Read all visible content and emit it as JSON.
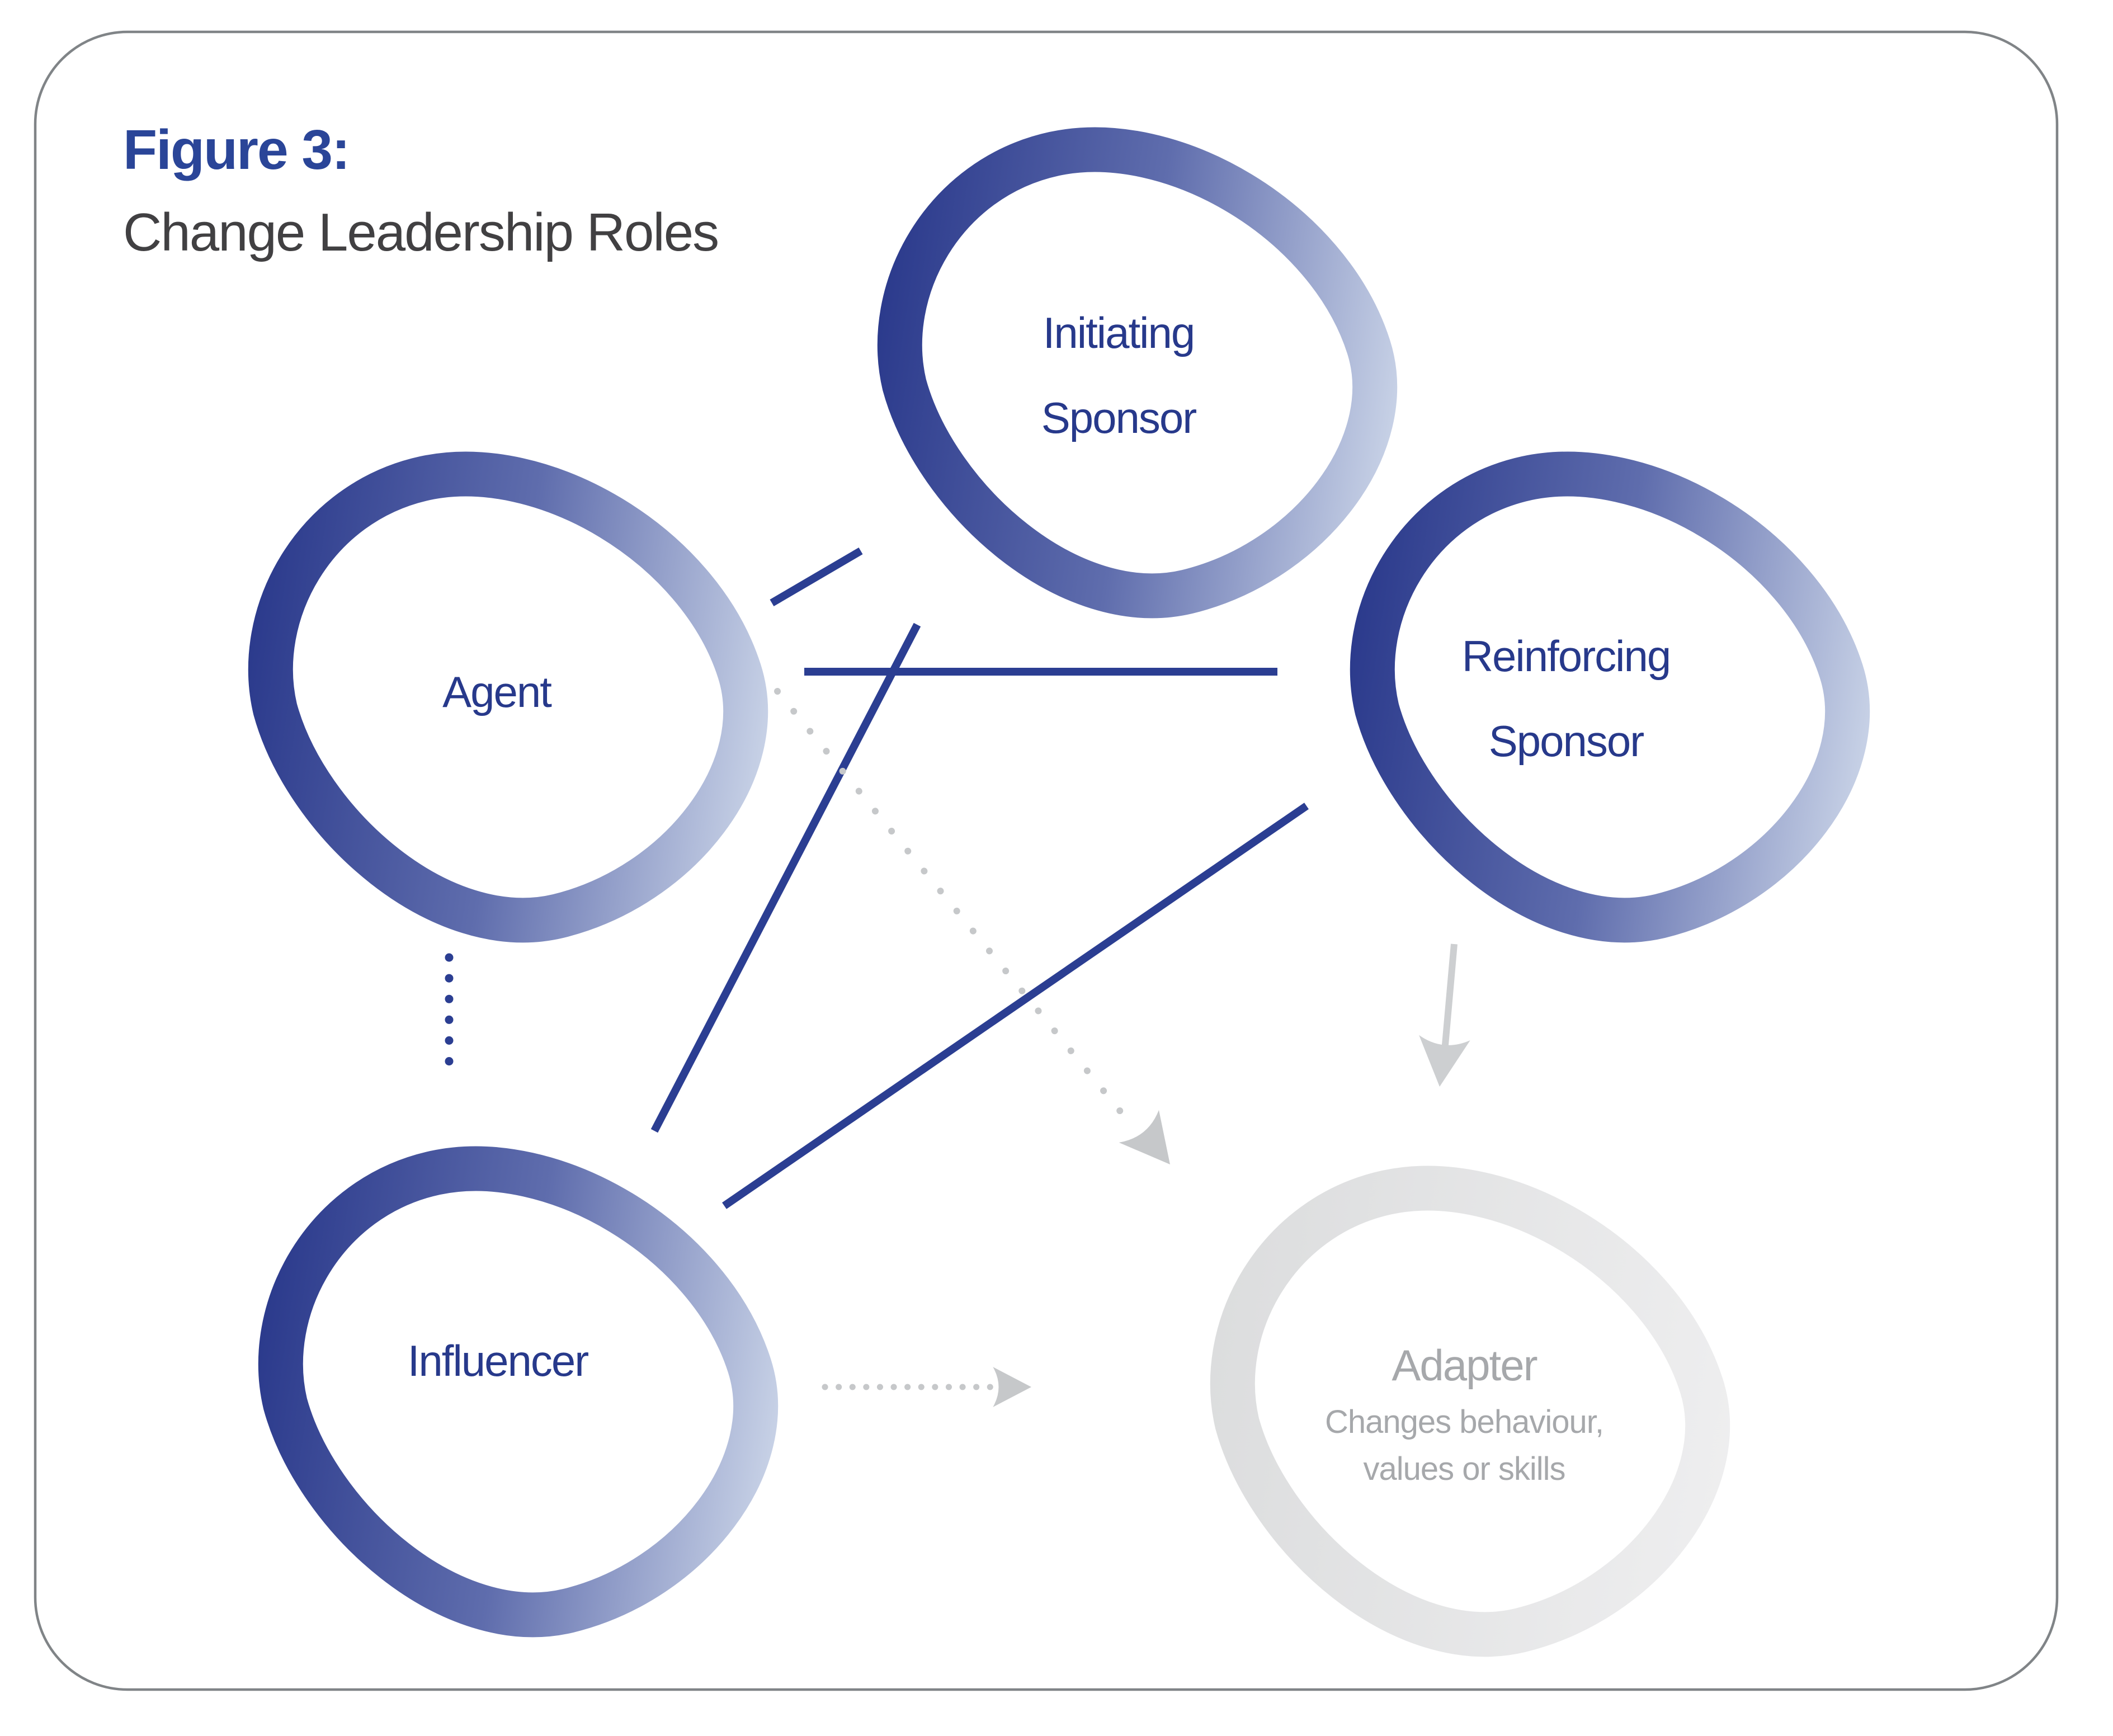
{
  "figure": {
    "label": "Figure 3:",
    "title": "Change Leadership Roles"
  },
  "nodes": {
    "initiating": {
      "line1": "Initiating",
      "line2": "Sponsor"
    },
    "agent": {
      "label": "Agent"
    },
    "reinforcing": {
      "line1": "Reinforcing",
      "line2": "Sponsor"
    },
    "influencer": {
      "label": "Influencer"
    },
    "adapter": {
      "label": "Adapter",
      "desc1": "Changes behaviour,",
      "desc2": "values or skills"
    }
  },
  "connectors": [
    {
      "from": "agent",
      "to": "initiating_sponsor",
      "style": "solid-blue"
    },
    {
      "from": "agent",
      "to": "reinforcing_sponsor",
      "style": "solid-blue"
    },
    {
      "from": "influencer",
      "to": "initiating_sponsor",
      "style": "solid-blue"
    },
    {
      "from": "influencer",
      "to": "reinforcing_sponsor",
      "style": "solid-blue"
    },
    {
      "from": "agent",
      "to": "influencer",
      "style": "dotted-blue"
    },
    {
      "from": "agent",
      "to": "adapter",
      "style": "dotted-gray-arrow"
    },
    {
      "from": "influencer",
      "to": "adapter",
      "style": "dotted-gray-arrow"
    },
    {
      "from": "reinforcing_sponsor",
      "to": "adapter",
      "style": "solid-gray-arrow"
    }
  ],
  "colors": {
    "ring_dark_blue": "#2B3A8C",
    "ring_mid_blue": "#5F6DAD",
    "ring_light_blue": "#C9D3E7",
    "ring_gray": "#DCDDDE",
    "ring_gray_light": "#EEEEEF",
    "node_text_blue": "#27398B",
    "title_blue": "#2A4598",
    "subtitle_gray": "#414042",
    "adapter_text_gray": "#A6A8AB",
    "connector_blue": "#2B3E92",
    "connector_gray": "#C6C8CA",
    "arrow_gray": "#CDCFD1",
    "frame_border": "#808487"
  }
}
